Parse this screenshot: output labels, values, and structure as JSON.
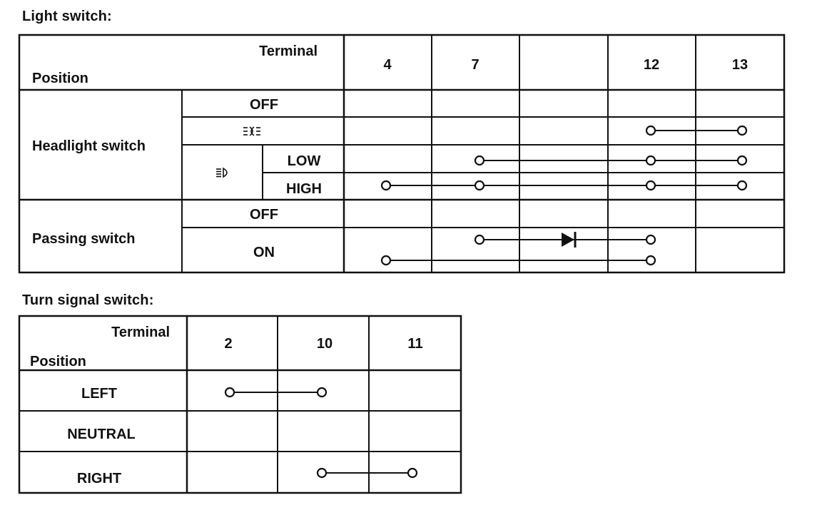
{
  "light_switch": {
    "title": "Light switch:",
    "header_terminal": "Terminal",
    "header_position": "Position",
    "terminals": [
      "4",
      "7",
      "",
      "12",
      "13"
    ],
    "groups": [
      {
        "label": "Headlight switch"
      },
      {
        "label": "Passing switch"
      }
    ],
    "rows": {
      "head_off": "OFF",
      "head_low": "LOW",
      "head_high": "HIGH",
      "pass_off": "OFF",
      "pass_on": "ON"
    },
    "icons": {
      "parking": "parking-light-icon",
      "headlight": "headlight-icon"
    },
    "connections": [
      {
        "row": "parking",
        "from": "12",
        "to": "13",
        "nodes": [
          "12",
          "13"
        ]
      },
      {
        "row": "low",
        "from": "7",
        "to": "13",
        "nodes": [
          "7",
          "12",
          "13"
        ]
      },
      {
        "row": "high",
        "from": "4",
        "to": "13",
        "nodes": [
          "4",
          "7",
          "12",
          "13"
        ]
      },
      {
        "row": "pass_on_upper",
        "from": "7",
        "to": "12",
        "nodes": [
          "7",
          "12"
        ],
        "diode": true
      },
      {
        "row": "pass_on_lower",
        "from": "4",
        "to": "12",
        "nodes": [
          "4",
          "12"
        ]
      }
    ]
  },
  "turn_signal_switch": {
    "title": "Turn signal switch:",
    "header_terminal": "Terminal",
    "header_position": "Position",
    "terminals": [
      "2",
      "10",
      "11"
    ],
    "rows": [
      "LEFT",
      "NEUTRAL",
      "RIGHT"
    ],
    "connections": [
      {
        "row": "LEFT",
        "from": "2",
        "to": "10",
        "nodes": [
          "2",
          "10"
        ]
      },
      {
        "row": "RIGHT",
        "from": "10",
        "to": "11",
        "nodes": [
          "10",
          "11"
        ]
      }
    ]
  }
}
